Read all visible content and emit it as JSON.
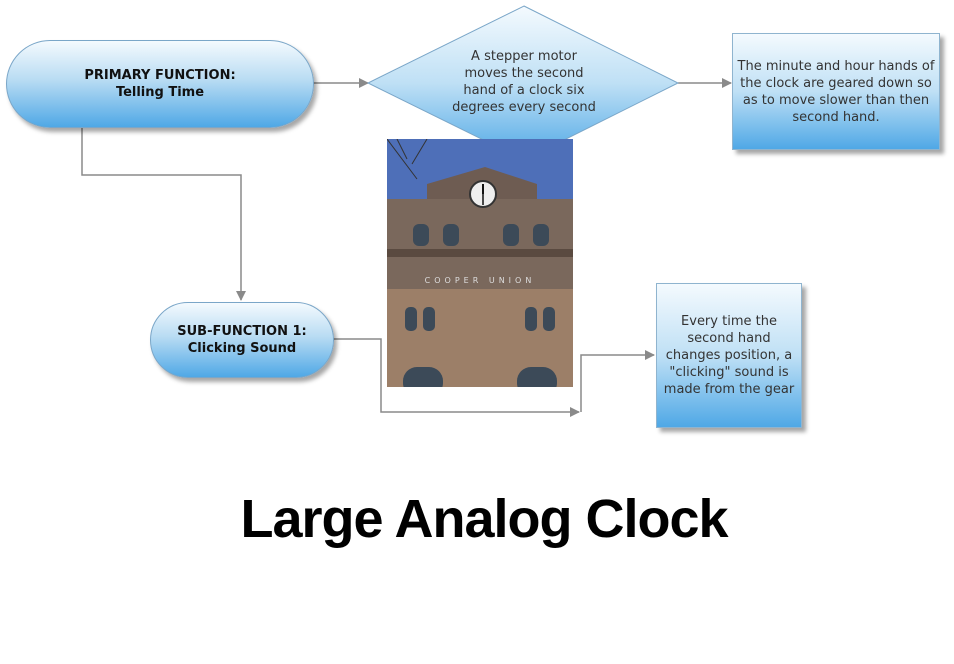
{
  "title": "Large Analog Clock",
  "nodes": {
    "primary": {
      "line1": "PRIMARY FUNCTION:",
      "line2": "Telling Time"
    },
    "decision": {
      "text": "A stepper motor moves the second hand of a clock six degrees every second"
    },
    "gearing": {
      "text": "The minute and hour hands of the clock are geared down so as to move slower than then second hand."
    },
    "sub1": {
      "line1": "SUB-FUNCTION 1:",
      "line2": "Clicking Sound"
    },
    "clicking": {
      "text": "Every time the second hand changes position, a \"clicking\" sound is made from the gear"
    }
  },
  "photo": {
    "sign_text": "COOPER UNION"
  },
  "colors": {
    "connector": "#8a8a8a",
    "fill_top": "#f4fafe",
    "fill_bottom": "#4fa8e6"
  }
}
